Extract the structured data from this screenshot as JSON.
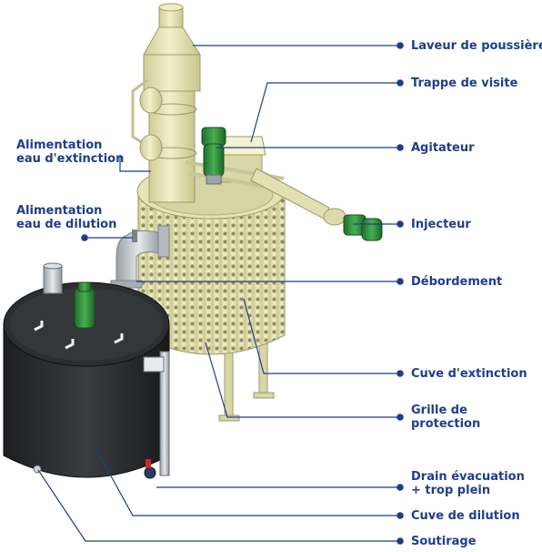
{
  "labels": {
    "laveur": "Laveur de poussière",
    "trappe": "Trappe de visite",
    "agitateur": "Agitateur",
    "injecteur": "Injecteur",
    "debordement": "Débordement",
    "cuve_extinction": "Cuve d'extinction",
    "grille_l1": "Grille de",
    "grille_l2": "protection",
    "drain_l1": "Drain évacuation",
    "drain_l2": "+ trop plein",
    "cuve_dilution": "Cuve de dilution",
    "soutirage": "Soutirage",
    "alim_extinction_l1": "Alimentation",
    "alim_extinction_l2": "eau d'extinction",
    "alim_dilution_l1": "Alimentation",
    "alim_dilution_l2": "eau de dilution"
  },
  "colors": {
    "label_text": "#1f3e8a",
    "leader_line": "#1f3e8a",
    "tank_cream": "#e8e6b4",
    "tank_dark": "#2a2c2e",
    "motor_green": "#2f8f3a",
    "pipe_grey": "#bfc3c7"
  }
}
